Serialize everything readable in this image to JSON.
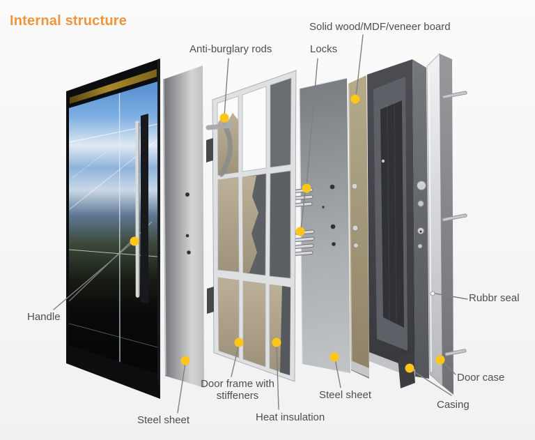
{
  "title": {
    "text": "Internal structure"
  },
  "colors": {
    "accent_orange": "#f0953c",
    "marker_yellow": "#ffc61a",
    "leader_gray": "#7e8082",
    "label_gray": "#4e4e4e",
    "background": "#f9f9fa"
  },
  "callouts": {
    "solid_wood": {
      "label": "Solid wood/MDF/veneer board"
    },
    "anti_burglary_rods": {
      "label": "Anti-burglary rods"
    },
    "locks": {
      "label": "Locks"
    },
    "handle": {
      "label": "Handle"
    },
    "steel_sheet_front": {
      "label": "Steel sheet"
    },
    "door_frame": {
      "label": "Door frame with stiffeners"
    },
    "heat_insulation": {
      "label": "Heat insulation"
    },
    "steel_sheet_back": {
      "label": "Steel sheet"
    },
    "rubber_seal": {
      "label": "Rubbr seal"
    },
    "door_case": {
      "label": "Door case"
    },
    "casing": {
      "label": "Casing"
    }
  }
}
